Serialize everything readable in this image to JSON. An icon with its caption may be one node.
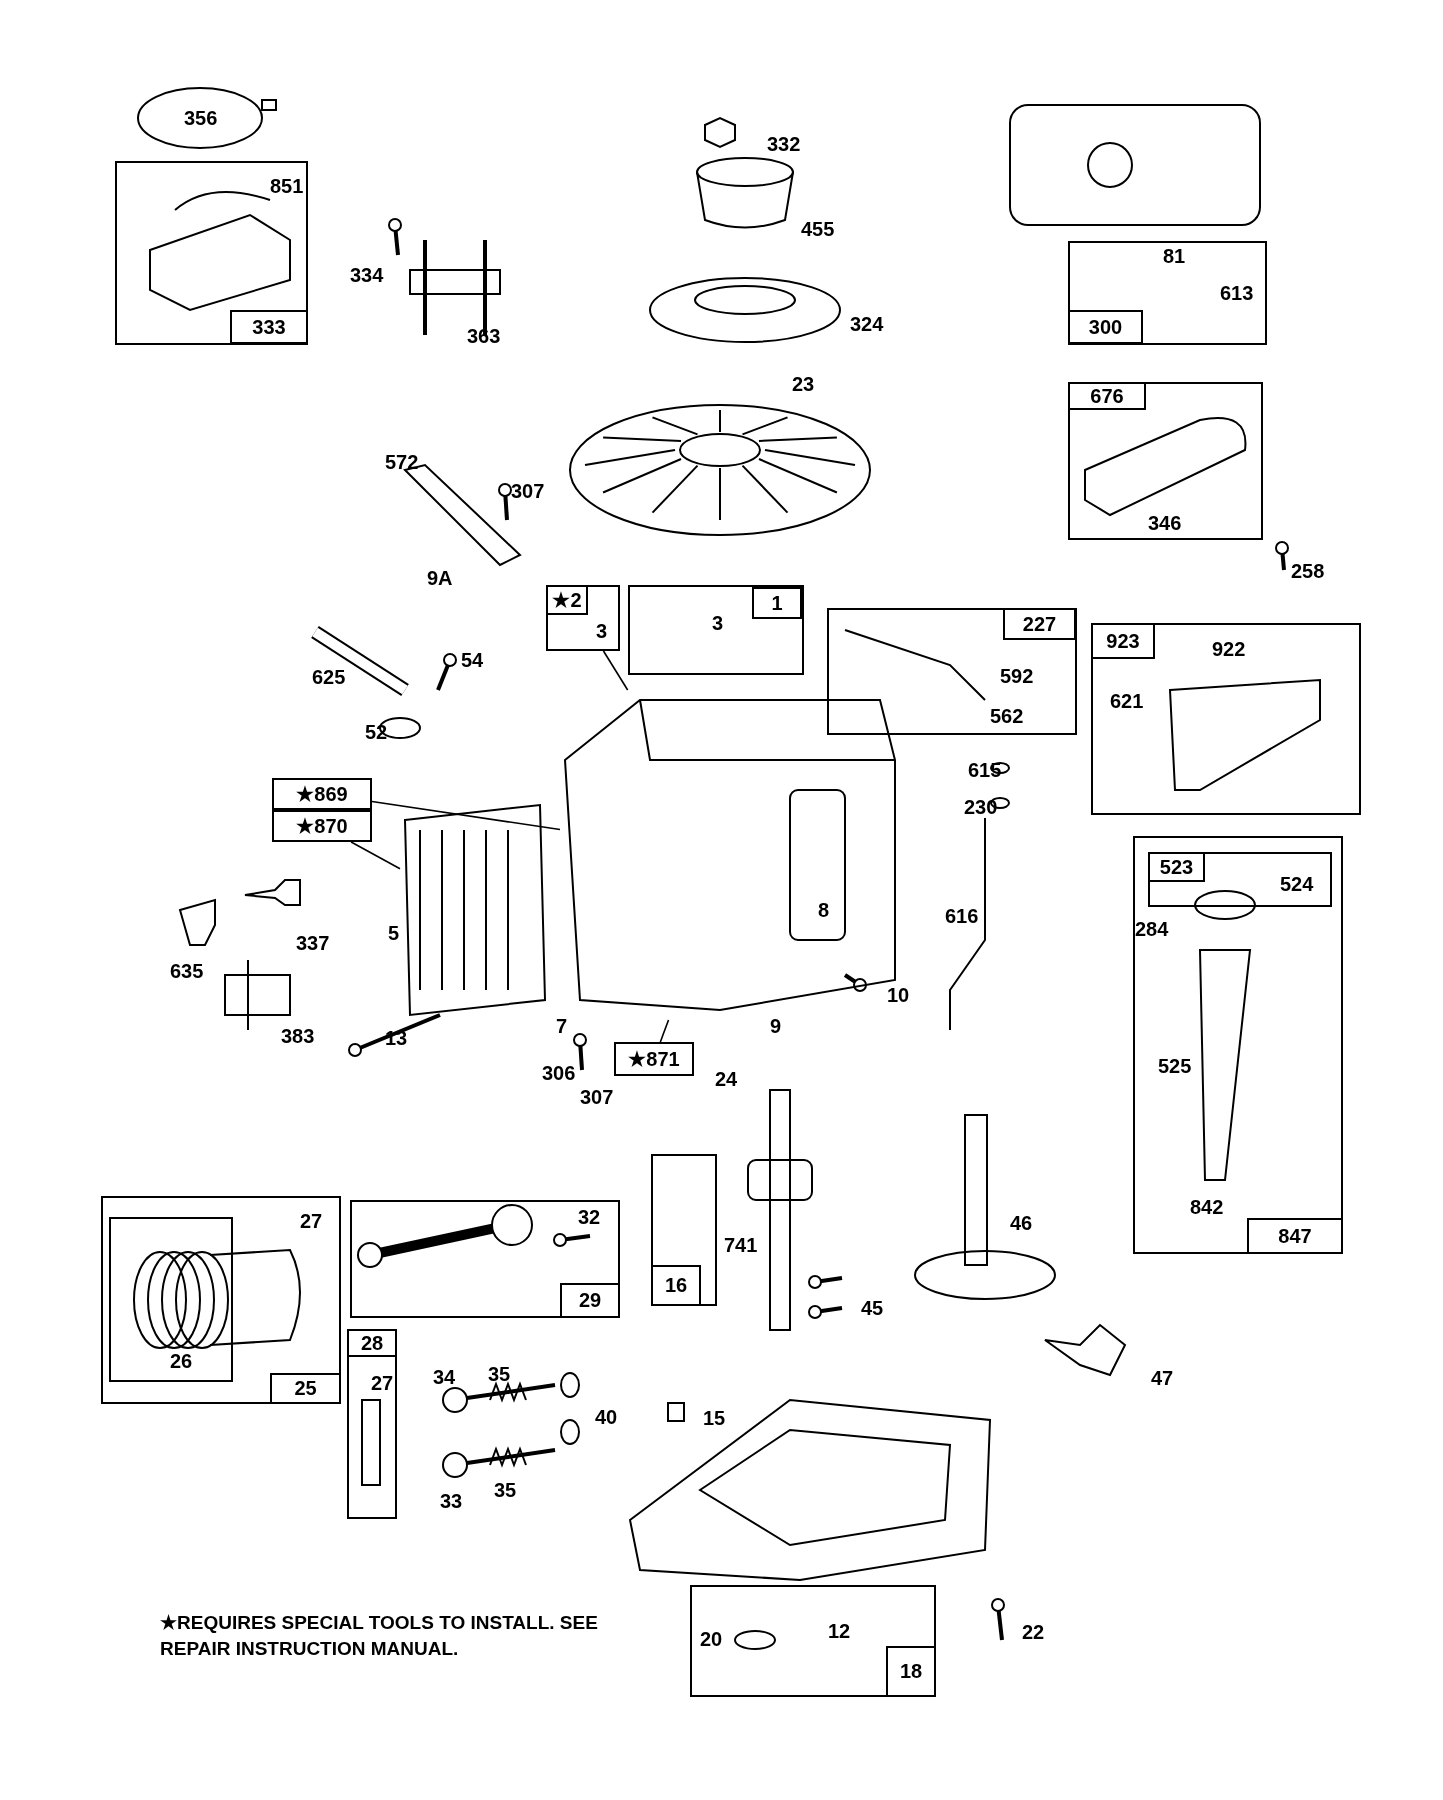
{
  "diagram": {
    "nodes": [
      {
        "text": [
          "851",
          "333"
        ]
      },
      {
        "text": [
          "81",
          "613",
          "300"
        ]
      },
      {
        "text": [
          "676",
          "346"
        ]
      },
      {
        "text": [
          "★2",
          "3"
        ]
      },
      {
        "text": [
          "1",
          "3"
        ]
      },
      {
        "text": [
          "227",
          "592",
          "562"
        ]
      },
      {
        "text": [
          "923",
          "922",
          "621"
        ]
      },
      {
        "text": [
          "284",
          "525",
          "842",
          "847"
        ]
      },
      {
        "text": [
          "523",
          "524"
        ],
        "in": 7
      },
      {
        "text": [
          "★869"
        ]
      },
      {
        "text": [
          "★870"
        ]
      },
      {
        "text": [
          "★871"
        ]
      },
      {
        "text": [
          "16"
        ]
      },
      {
        "text": [
          "27",
          "25"
        ]
      },
      {
        "text": [
          "26"
        ],
        "in": 13
      },
      {
        "text": [
          "32",
          "29"
        ]
      },
      {
        "text": [
          "28",
          "27"
        ]
      },
      {
        "text": [
          "20",
          "12",
          "18"
        ]
      },
      {
        "text": [],
        "shape": "picture"
      },
      {
        "text": [],
        "shape": "picture"
      }
    ],
    "edges": [
      {
        "from": 9,
        "to": 19,
        "arrow": "none"
      },
      {
        "from": 10,
        "to": 18,
        "arrow": "none"
      },
      {
        "from": 11,
        "to": 19,
        "arrow": "none"
      },
      {
        "from": 3,
        "to": 19,
        "arrow": "none"
      }
    ],
    "labels": [
      "356",
      "334",
      "363",
      "332",
      "455",
      "324",
      "23",
      "572",
      "307",
      "9A",
      "258",
      "625",
      "54",
      "52",
      "615",
      "230",
      "616",
      "635",
      "337",
      "383",
      "5",
      "13",
      "7",
      "306",
      "307",
      "8",
      "9",
      "10",
      "24",
      "741",
      "46",
      "45",
      "34",
      "35",
      "47",
      "40",
      "15",
      "33",
      "35",
      "★REQUIRES SPECIAL TOOLS TO INSTALL. SEE REPAIR INSTRUCTION MANUAL.",
      "22"
    ]
  }
}
